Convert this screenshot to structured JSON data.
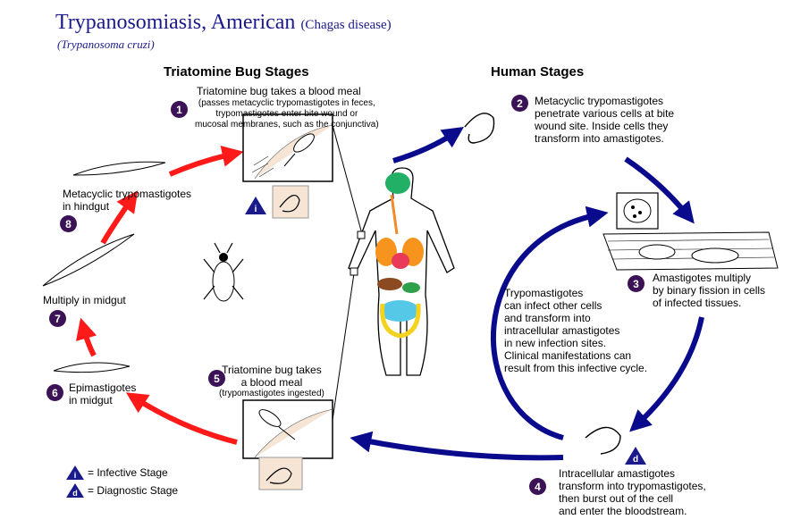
{
  "header": {
    "title": "Trypanosomiasis, American",
    "title_suffix": "(Chagas disease)",
    "species": "(Trypanosoma cruzi)"
  },
  "sections": {
    "bug_stages": "Triatomine Bug Stages",
    "human_stages": "Human Stages"
  },
  "steps": [
    {
      "num": "1",
      "lines": [
        "Triatomine bug takes a blood meal"
      ],
      "small": [
        "(passes metacyclic trypomastigotes in feces,",
        "trypomastigotes enter bite wound or",
        "mucosal membranes, such as the conjunctiva)"
      ]
    },
    {
      "num": "2",
      "lines": [
        "Metacyclic trypomastigotes",
        "penetrate various cells at bite",
        "wound site.  Inside cells they",
        "transform into amastigotes."
      ]
    },
    {
      "num": "3",
      "lines": [
        "Amastigotes multiply",
        "by binary fission in cells",
        "of infected tissues."
      ]
    },
    {
      "num": "4",
      "lines": [
        "Intracellular amastigotes",
        "transform into trypomastigotes,",
        "then burst out of the cell",
        "and enter the bloodstream."
      ]
    },
    {
      "num": "5",
      "lines": [
        "Triatomine bug takes",
        "a blood meal"
      ],
      "small": [
        "(trypomastigotes ingested)"
      ]
    },
    {
      "num": "6",
      "lines": [
        "Epimastigotes",
        "in midgut"
      ]
    },
    {
      "num": "7",
      "lines": [
        "Multiply in midgut"
      ]
    },
    {
      "num": "8",
      "lines": [
        "Metacyclic trypomastigotes",
        "in hindgut"
      ]
    }
  ],
  "inner_cycle": [
    "Trypomastigotes",
    "can infect other cells",
    "and transform into",
    "intracellular amastigotes",
    "in new infection sites.",
    "Clinical manifestations can",
    "result from this infective cycle."
  ],
  "markers": {
    "infective": "i",
    "diagnostic": "d"
  },
  "legend": {
    "infective_label": "= Infective Stage",
    "diagnostic_label": "= Diagnostic Stage"
  },
  "colors": {
    "title": "#1a1a8c",
    "bug_arrow": "#ff1a1a",
    "human_arrow": "#0a0a8c",
    "step_badge": "#3b1255",
    "marker": "#1a1a8c"
  }
}
